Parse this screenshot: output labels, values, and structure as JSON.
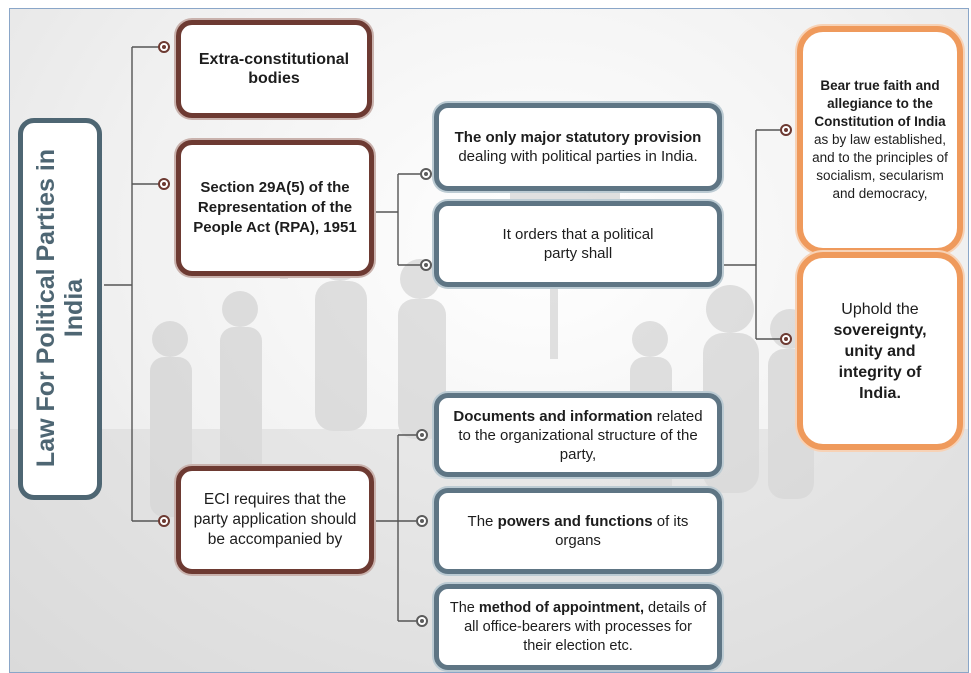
{
  "title": "Law For Political Parties in India",
  "branch1": {
    "label": "Extra-constitutional bodies"
  },
  "branch2": {
    "label": "Section 29A(5) of the Representation of the People Act (RPA), 1951",
    "statutory": {
      "bold": "The only major statutory provision",
      "rest": " dealing with political parties in India."
    },
    "orders": "It orders that a political party shall",
    "oath": {
      "bold1": "Bear true faith and allegiance to the Constitution of India",
      "rest1": " as by law established, and to the principles of socialism, secularism and democracy,"
    },
    "uphold": {
      "pre": "Uphold the ",
      "bold": "sovereignty, unity and integrity of India."
    }
  },
  "branch3": {
    "label": "ECI requires that the party application should be accompanied by",
    "documents": {
      "bold": "Documents and information",
      "rest": " related to the organizational structure of the party,"
    },
    "powers": {
      "pre": "The ",
      "bold": "powers and functions",
      "rest": " of its organs"
    },
    "method": {
      "pre": "The ",
      "bold": "method of appointment,",
      "rest": " details of all office-bearers with processes for their election etc."
    }
  },
  "colors": {
    "title_border": "#4e6673",
    "brown_border": "#6d3a32",
    "slate_border": "#5e7584",
    "orange_border": "#ef9a5c"
  }
}
